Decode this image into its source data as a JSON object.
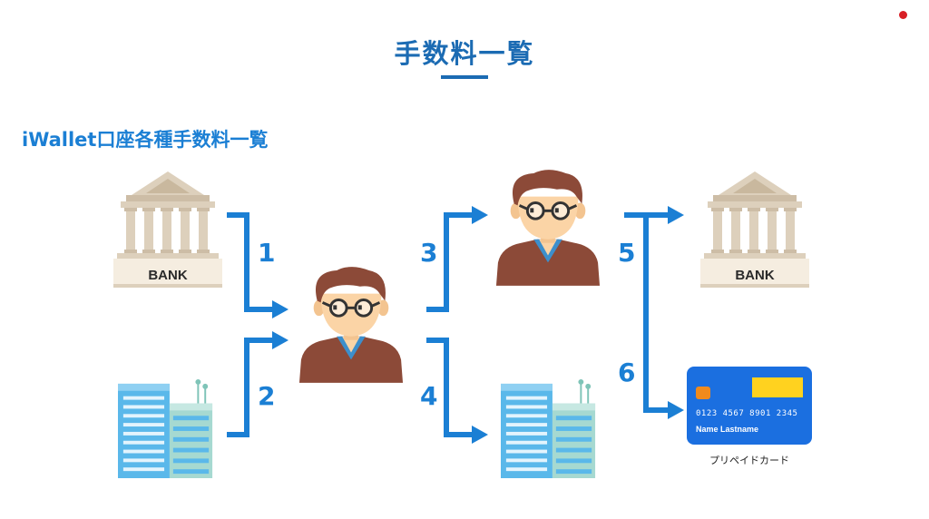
{
  "header": {
    "title": "手数料一覧"
  },
  "section": {
    "subtitle": "iWallet口座各種手数料一覧"
  },
  "steps": [
    "1",
    "2",
    "3",
    "4",
    "5",
    "6"
  ],
  "banks": [
    {
      "label": "BANK"
    },
    {
      "label": "BANK"
    }
  ],
  "card": {
    "number": "0123  4567  8901  2345",
    "holder": "Name Lastname",
    "caption": "プリペイドカード"
  },
  "colors": {
    "accent": "#1b6bb3",
    "arrow": "#1b7fd4",
    "bank": "#ddd0bc",
    "card": "#1b6fe0",
    "building": "#4fb2e8",
    "notification_dot": "#d81f26"
  },
  "icons": [
    "bank-icon",
    "office-building-icon",
    "person-icon",
    "prepaid-card-icon",
    "arrow-icon"
  ]
}
